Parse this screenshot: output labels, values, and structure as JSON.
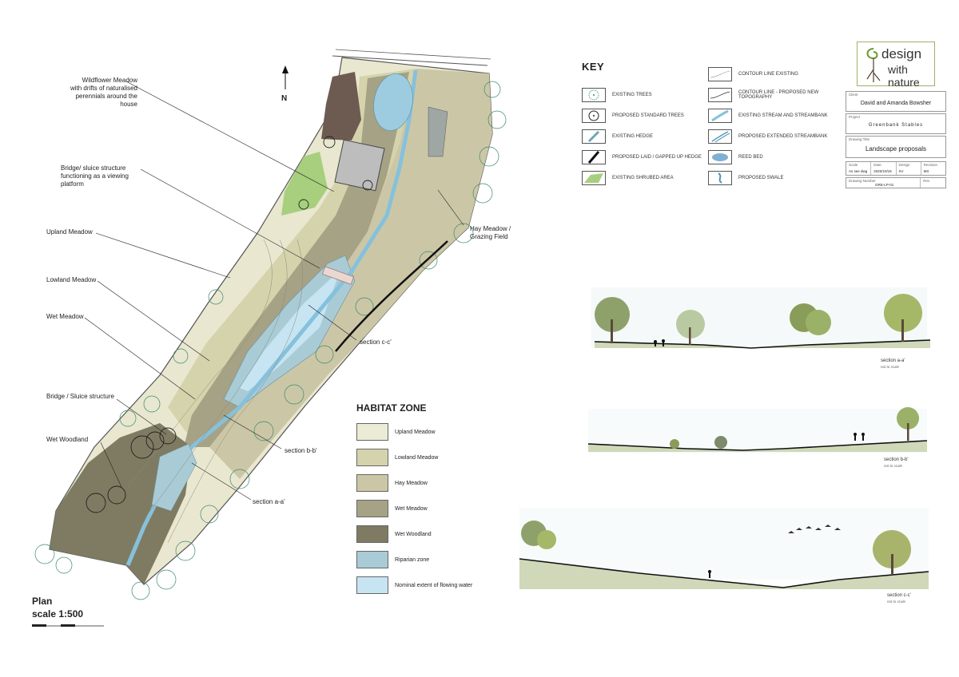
{
  "north_label": "N",
  "plan": {
    "title": "Plan",
    "scale": "scale 1:500",
    "annotations": [
      "Wildflower Meadow\nwith drifts of naturalised\nperennials around the house",
      "Bridge/ sluice structure\nfunctioning as a viewing platform",
      "Upland Meadow",
      "Lowland Meadow",
      "Wet Meadow",
      "Bridge / Sluice structure",
      "Wet Woodland",
      "Hay Meadow /\nGrazing Field",
      "section c-c'",
      "section b-b'",
      "section a-a'"
    ]
  },
  "key": {
    "title": "KEY",
    "items": [
      {
        "label": "Existing trees",
        "icon": "existing-tree-icon"
      },
      {
        "label": "Proposed standard trees",
        "icon": "proposed-tree-icon"
      },
      {
        "label": "Existing hedge",
        "icon": "existing-hedge-icon"
      },
      {
        "label": "Proposed laid / gapped up hedge",
        "icon": "proposed-hedge-icon"
      },
      {
        "label": "Existing shrubed area",
        "icon": "shrub-area-icon"
      },
      {
        "label": "Contour line existing",
        "icon": "contour-existing-icon"
      },
      {
        "label": "Contour line - proposed new topography",
        "icon": "contour-proposed-icon"
      },
      {
        "label": "Existing stream and streambank",
        "icon": "stream-existing-icon"
      },
      {
        "label": "Proposed extended streambank",
        "icon": "stream-proposed-icon"
      },
      {
        "label": "Reed bed",
        "icon": "reed-bed-icon"
      },
      {
        "label": "Proposed swale",
        "icon": "swale-icon"
      }
    ]
  },
  "habitat_zone": {
    "title": "HABITAT ZONE",
    "items": [
      {
        "label": "Upland Meadow",
        "color": "#ecebd6"
      },
      {
        "label": "Lowland Meadow",
        "color": "#d5d3ab"
      },
      {
        "label": "Hay Meadow",
        "color": "#cbc7a6"
      },
      {
        "label": "Wet Meadow",
        "color": "#a6a285"
      },
      {
        "label": "Wet Woodland",
        "color": "#7f7b62"
      },
      {
        "label": "Riparian zone",
        "color": "#a9cbd6"
      },
      {
        "label": "Nominal extent of flowing water",
        "color": "#c7e4f2"
      }
    ]
  },
  "title_block": {
    "logo_line1": "design",
    "logo_line2": "with nature",
    "client_caption": "Client",
    "client": "David and Amanda Bowsher",
    "project_caption": "Project",
    "project": "Greenbank Stables",
    "drawing_title_caption": "Drawing Title",
    "drawing_title": "Landscape proposals",
    "scale_caption": "Scale",
    "scale": "As see dwg",
    "date_caption": "Date",
    "date": "2020/10/15",
    "design_caption": "Design",
    "design": "XV",
    "revision_caption": "Revision",
    "revision": "MII",
    "drawing_number_caption": "Drawing Number",
    "drawing_number": "GRE-LP-01",
    "rev_caption": "Rev"
  },
  "sections": [
    {
      "label": "section a-a'",
      "note": "not to scale"
    },
    {
      "label": "section b-b'",
      "note": "not to scale"
    },
    {
      "label": "section c-c'",
      "note": "not to scale"
    }
  ]
}
